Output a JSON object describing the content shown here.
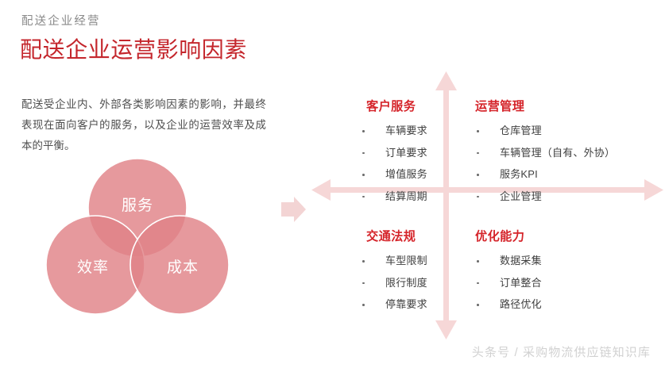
{
  "header": {
    "eyebrow": "配送企业经营",
    "title": "配送企业运营影响因素"
  },
  "intro": {
    "paragraph": "配送受企业内、外部各类影响因素的影响，并最终表现在面向客户的服务，以及企业的运营效率及成本的平衡。"
  },
  "venn": {
    "circles": [
      {
        "id": "service",
        "label": "服务",
        "position": "top"
      },
      {
        "id": "efficiency",
        "label": "效率",
        "position": "bottom-left"
      },
      {
        "id": "cost",
        "label": "成本",
        "position": "bottom-right"
      }
    ],
    "fill_color": "#E08287",
    "label_color": "#FFFFFF",
    "stroke_color": "#FFFFFF"
  },
  "connector": {
    "icon": "arrow-right-chevron",
    "color": "#F3D4D4"
  },
  "axes": {
    "color": "#F6D7D7",
    "horizontal": "double-headed-arrow",
    "vertical": "double-headed-arrow"
  },
  "quadrants": [
    {
      "id": "customer-service",
      "position": "top-left",
      "title": "客户服务",
      "items": [
        "车辆要求",
        "订单要求",
        "增值服务",
        "结算周期"
      ]
    },
    {
      "id": "operations-management",
      "position": "top-right",
      "title": "运营管理",
      "items": [
        "仓库管理",
        "车辆管理（自有、外协）",
        "服务KPI",
        "企业管理"
      ]
    },
    {
      "id": "traffic-regulations",
      "position": "bottom-left",
      "title": "交通法规",
      "items": [
        "车型限制",
        "限行制度",
        "停靠要求"
      ]
    },
    {
      "id": "optimization-capability",
      "position": "bottom-right",
      "title": "优化能力",
      "items": [
        "数据采集",
        "订单整合",
        "路径优化"
      ]
    }
  ],
  "colors": {
    "title_red": "#C4262C",
    "quad_title_red": "#D5242A",
    "body_gray": "#4d4d4d",
    "eyebrow_gray": "#8a8a8a"
  },
  "watermark": {
    "text": "头条号 / 采购物流供应链知识库"
  }
}
